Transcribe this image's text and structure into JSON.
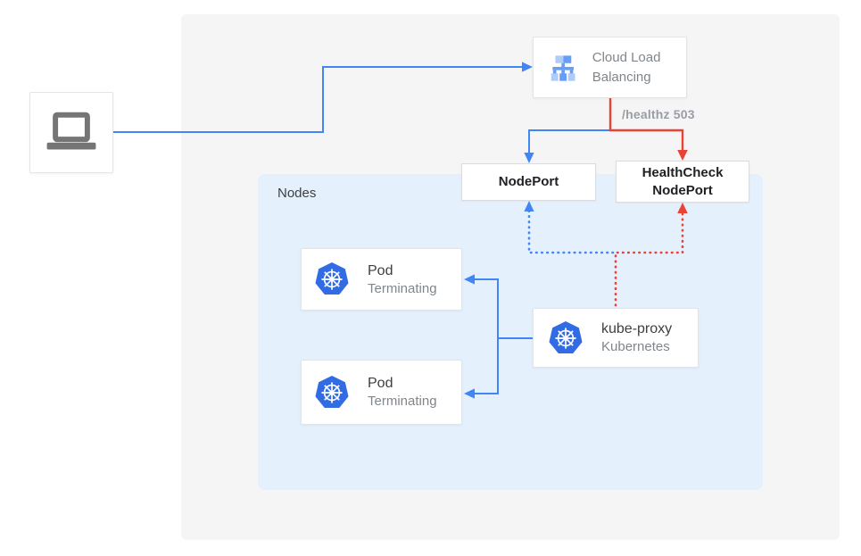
{
  "colors": {
    "blue": "#4285f4",
    "red": "#ea4335",
    "panel_bg": "#f5f5f5",
    "nodes_bg": "#e4f0fc",
    "k8s_blue": "#326ce5",
    "gray_text": "#80868b",
    "dark_text": "#202124",
    "icon_gray": "#757575",
    "lb_light": "#aecbfa",
    "lb_mid": "#669df6"
  },
  "load_balancer": {
    "title": "Cloud Load Balancing"
  },
  "health_label": "/healthz 503",
  "nodeport": {
    "label": "NodePort"
  },
  "healthcheck_nodeport": {
    "label": "HealthCheck NodePort"
  },
  "nodes_group": {
    "label": "Nodes"
  },
  "pods": [
    {
      "title": "Pod",
      "subtitle": "Terminating"
    },
    {
      "title": "Pod",
      "subtitle": "Terminating"
    }
  ],
  "kube_proxy": {
    "title": "kube-proxy",
    "subtitle": "Kubernetes"
  }
}
